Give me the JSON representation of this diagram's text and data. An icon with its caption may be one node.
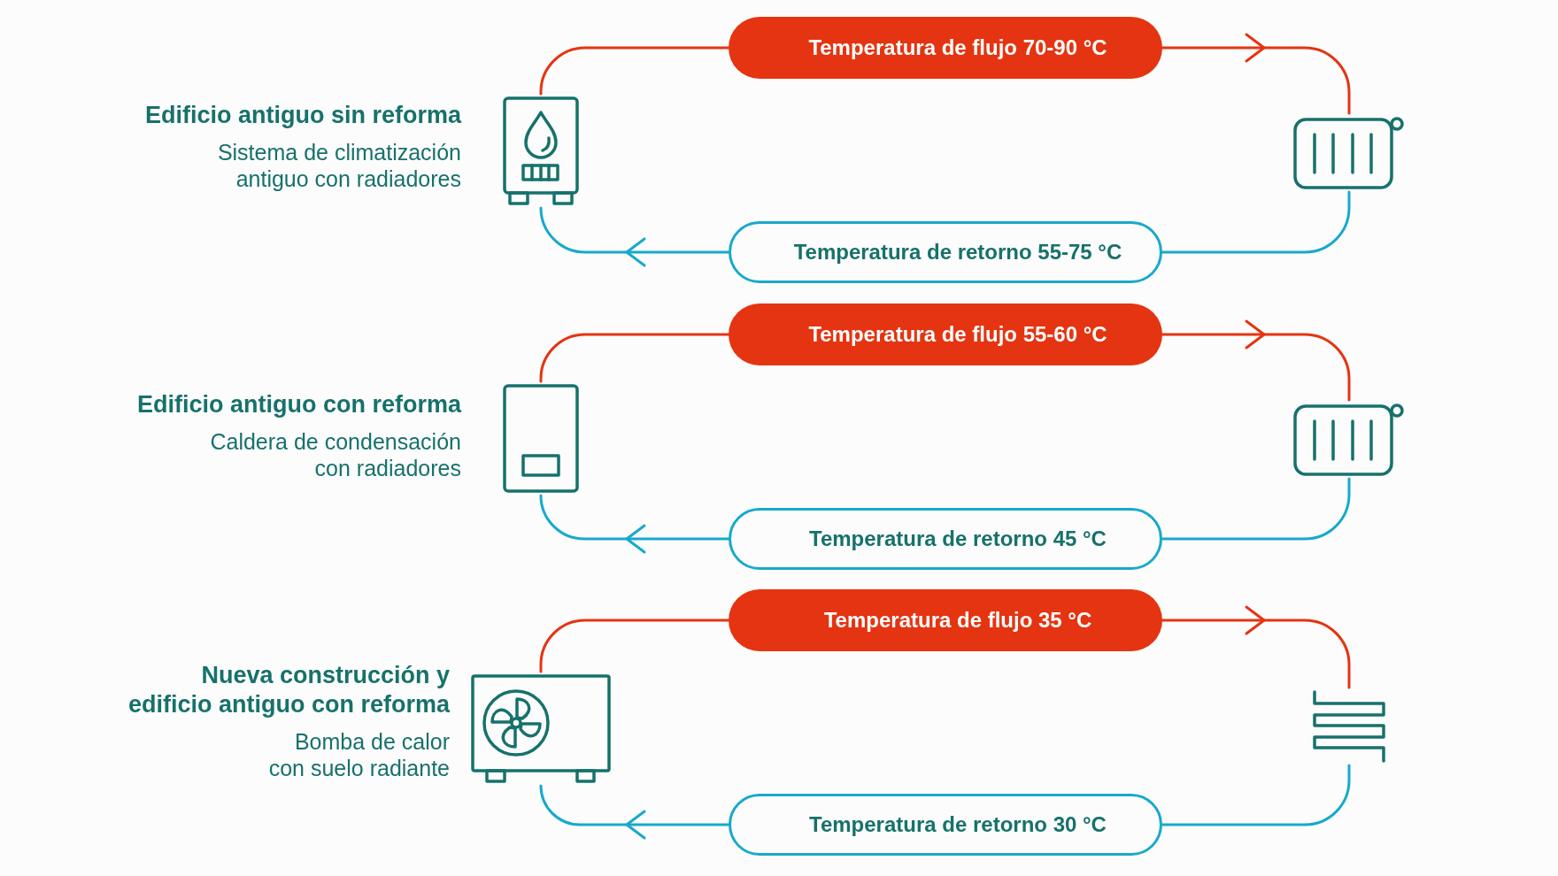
{
  "diagram": {
    "nodes": [
      {
        "text": [
          "Temperatura de flujo 70-90 °C"
        ]
      },
      {
        "text": [],
        "shape": "picture",
        "beside": [
          "Edificio antiguo sin reforma",
          "Sistema de climatización antiguo con radiadores"
        ]
      },
      {
        "text": [],
        "shape": "picture"
      },
      {
        "text": [
          "Temperatura de retorno 55-75 °C"
        ]
      },
      {
        "text": [
          "Temperatura de flujo 55-60 °C"
        ]
      },
      {
        "text": [],
        "shape": "picture",
        "beside": [
          "Edificio antiguo con reforma",
          "Caldera de condensación con radiadores"
        ]
      },
      {
        "text": [],
        "shape": "picture"
      },
      {
        "text": [
          "Temperatura de retorno 45 °C"
        ]
      },
      {
        "text": [
          "Temperatura de flujo 35 °C"
        ]
      },
      {
        "text": [],
        "shape": "picture",
        "beside": [
          "Nueva construcción y edificio antiguo con reforma",
          "Bomba de calor con suelo radiante"
        ]
      },
      {
        "text": [],
        "shape": "picture"
      },
      {
        "text": [
          "Temperatura de retorno 30 °C"
        ]
      }
    ],
    "edges": [
      {
        "from": 1,
        "to": 0,
        "arrow": "none",
        "color": "#e53411"
      },
      {
        "from": 0,
        "to": 2,
        "arrow": "to",
        "color": "#e53411"
      },
      {
        "from": 2,
        "to": 3,
        "arrow": "none",
        "color": "#17a9cc"
      },
      {
        "from": 3,
        "to": 1,
        "arrow": "to",
        "color": "#17a9cc"
      },
      {
        "from": 5,
        "to": 4,
        "arrow": "none",
        "color": "#e53411"
      },
      {
        "from": 4,
        "to": 6,
        "arrow": "to",
        "color": "#e53411"
      },
      {
        "from": 6,
        "to": 7,
        "arrow": "none",
        "color": "#17a9cc"
      },
      {
        "from": 7,
        "to": 5,
        "arrow": "to",
        "color": "#17a9cc"
      },
      {
        "from": 9,
        "to": 8,
        "arrow": "none",
        "color": "#e53411"
      },
      {
        "from": 8,
        "to": 10,
        "arrow": "to",
        "color": "#e53411"
      },
      {
        "from": 10,
        "to": 11,
        "arrow": "none",
        "color": "#17a9cc"
      },
      {
        "from": 11,
        "to": 9,
        "arrow": "to",
        "color": "#17a9cc"
      }
    ]
  }
}
